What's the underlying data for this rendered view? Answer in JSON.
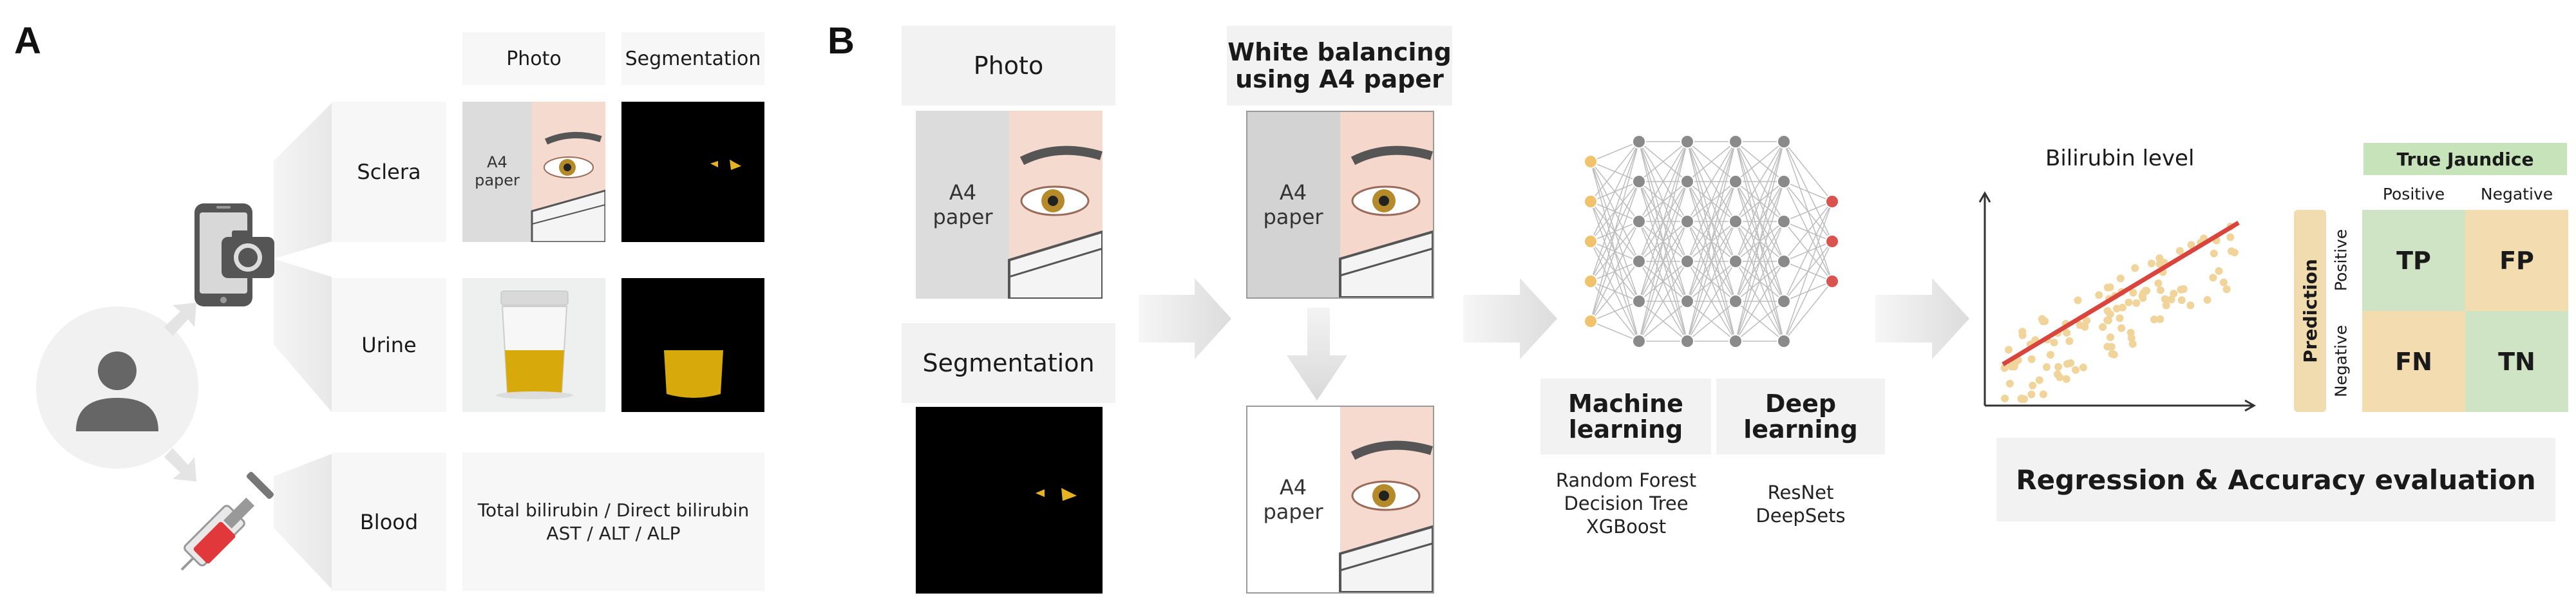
{
  "panel_a": {
    "letter": "A",
    "col_headers": {
      "photo": "Photo",
      "segmentation": "Segmentation"
    },
    "rows": {
      "sclera": "Sclera",
      "urine": "Urine",
      "blood": "Blood"
    },
    "sclera_photo_label": "A4\npaper",
    "blood_text_line1": "Total bilirubin / Direct bilirubin",
    "blood_text_line2": "AST / ALT / ALP"
  },
  "panel_b": {
    "letter": "B",
    "photo_label": "Photo",
    "segmentation_label": "Segmentation",
    "white_balance_label_line1": "White balancing",
    "white_balance_label_line2": "using A4 paper",
    "a4_label": "A4\npaper",
    "ml": {
      "title_line1": "Machine",
      "title_line2": "learning",
      "methods": [
        "Random Forest",
        "Decision Tree",
        "XGBoost"
      ]
    },
    "dl": {
      "title_line1": "Deep",
      "title_line2": "learning",
      "methods": [
        "ResNet",
        "DeepSets"
      ]
    },
    "scatter_title": "Bilirubin level",
    "confusion": {
      "true_header": "True Jaundice",
      "prediction_header": "Prediction",
      "col_labels": [
        "Positive",
        "Negative"
      ],
      "row_labels": [
        "Positive",
        "Negative"
      ],
      "cells": [
        "TP",
        "FP",
        "FN",
        "TN"
      ],
      "colors": {
        "green": "#cfe4c4",
        "tan": "#f2dcb0",
        "header_green": "#c6e3ba",
        "prediction_tan": "#f0dcae"
      }
    },
    "evaluation_label": "Regression & Accuracy evaluation"
  },
  "colors": {
    "urine_yellow": "#d8a90a",
    "scatter_dot": "#f0d49a",
    "regression_line": "#d9443c",
    "nn_orange": "#f2c26b",
    "nn_red": "#d9534f",
    "nn_gray": "#8a8a8a"
  }
}
